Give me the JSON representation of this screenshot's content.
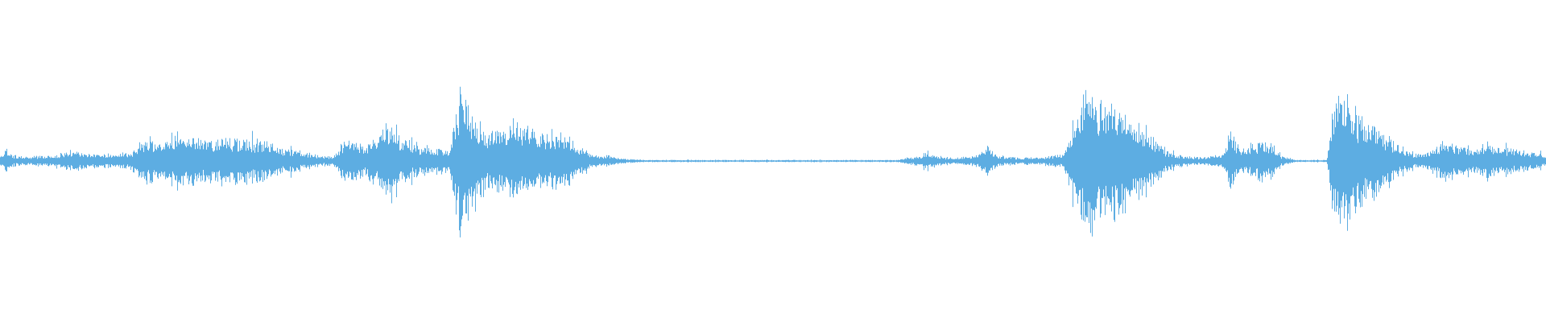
{
  "waveform": {
    "color": "#5dade2",
    "background": "#ffffff",
    "peak_envelope": [
      [
        0.0,
        0.04
      ],
      [
        0.004,
        0.12
      ],
      [
        0.008,
        0.05
      ],
      [
        0.02,
        0.04
      ],
      [
        0.032,
        0.05
      ],
      [
        0.045,
        0.09
      ],
      [
        0.06,
        0.07
      ],
      [
        0.075,
        0.06
      ],
      [
        0.085,
        0.09
      ],
      [
        0.095,
        0.22
      ],
      [
        0.105,
        0.18
      ],
      [
        0.12,
        0.24
      ],
      [
        0.135,
        0.2
      ],
      [
        0.15,
        0.21
      ],
      [
        0.165,
        0.19
      ],
      [
        0.18,
        0.14
      ],
      [
        0.195,
        0.09
      ],
      [
        0.205,
        0.05
      ],
      [
        0.215,
        0.04
      ],
      [
        0.225,
        0.22
      ],
      [
        0.235,
        0.14
      ],
      [
        0.25,
        0.32
      ],
      [
        0.262,
        0.19
      ],
      [
        0.275,
        0.14
      ],
      [
        0.29,
        0.12
      ],
      [
        0.298,
        0.68
      ],
      [
        0.305,
        0.44
      ],
      [
        0.315,
        0.3
      ],
      [
        0.33,
        0.33
      ],
      [
        0.345,
        0.29
      ],
      [
        0.36,
        0.26
      ],
      [
        0.372,
        0.17
      ],
      [
        0.382,
        0.06
      ],
      [
        0.392,
        0.05
      ],
      [
        0.405,
        0.02
      ],
      [
        0.415,
        0.01
      ],
      [
        0.43,
        0.01
      ],
      [
        0.47,
        0.01
      ],
      [
        0.53,
        0.01
      ],
      [
        0.58,
        0.01
      ],
      [
        0.594,
        0.05
      ],
      [
        0.6,
        0.09
      ],
      [
        0.606,
        0.04
      ],
      [
        0.62,
        0.03
      ],
      [
        0.632,
        0.05
      ],
      [
        0.638,
        0.13
      ],
      [
        0.645,
        0.05
      ],
      [
        0.66,
        0.03
      ],
      [
        0.675,
        0.04
      ],
      [
        0.688,
        0.06
      ],
      [
        0.695,
        0.4
      ],
      [
        0.702,
        0.72
      ],
      [
        0.712,
        0.49
      ],
      [
        0.725,
        0.57
      ],
      [
        0.735,
        0.4
      ],
      [
        0.745,
        0.24
      ],
      [
        0.755,
        0.09
      ],
      [
        0.765,
        0.05
      ],
      [
        0.775,
        0.04
      ],
      [
        0.79,
        0.05
      ],
      [
        0.796,
        0.3
      ],
      [
        0.802,
        0.08
      ],
      [
        0.808,
        0.14
      ],
      [
        0.815,
        0.2
      ],
      [
        0.822,
        0.17
      ],
      [
        0.828,
        0.05
      ],
      [
        0.838,
        0.01
      ],
      [
        0.848,
        0.01
      ],
      [
        0.858,
        0.01
      ],
      [
        0.862,
        0.55
      ],
      [
        0.868,
        0.65
      ],
      [
        0.875,
        0.46
      ],
      [
        0.885,
        0.36
      ],
      [
        0.895,
        0.26
      ],
      [
        0.905,
        0.14
      ],
      [
        0.915,
        0.07
      ],
      [
        0.925,
        0.1
      ],
      [
        0.935,
        0.18
      ],
      [
        0.945,
        0.14
      ],
      [
        0.955,
        0.12
      ],
      [
        0.965,
        0.16
      ],
      [
        0.975,
        0.12
      ],
      [
        0.985,
        0.1
      ],
      [
        0.995,
        0.08
      ],
      [
        1.0,
        0.05
      ]
    ]
  }
}
